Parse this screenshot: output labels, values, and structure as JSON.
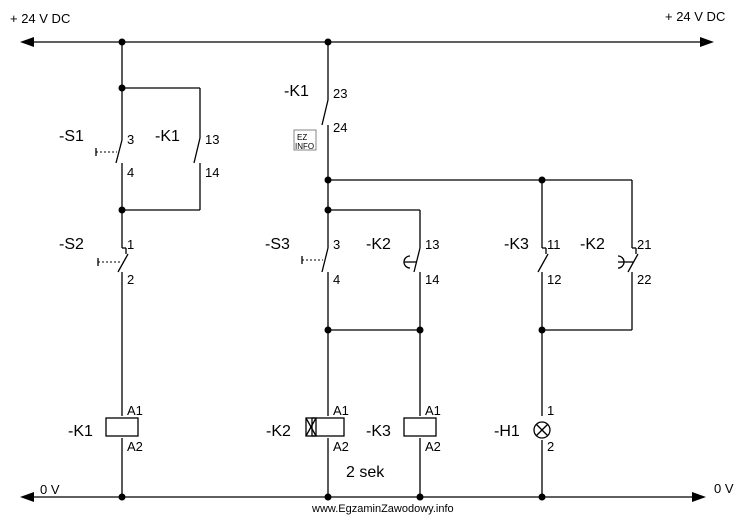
{
  "rails": {
    "top_left": "+ 24 V DC",
    "top_right": "+ 24 V DC",
    "bottom_left": "0 V",
    "bottom_right": "0 V"
  },
  "components": {
    "s1": {
      "name": "-S1",
      "pin_a": "3",
      "pin_b": "4"
    },
    "k1_hold": {
      "name": "-K1",
      "pin_a": "13",
      "pin_b": "14"
    },
    "s2": {
      "name": "-S2",
      "pin_a": "1",
      "pin_b": "2"
    },
    "k1_coil": {
      "name": "-K1",
      "pin_a": "A1",
      "pin_b": "A2"
    },
    "k1_contact": {
      "name": "-K1",
      "pin_a": "23",
      "pin_b": "24"
    },
    "s3": {
      "name": "-S3",
      "pin_a": "3",
      "pin_b": "4"
    },
    "k2_contact": {
      "name": "-K2",
      "pin_a": "13",
      "pin_b": "14"
    },
    "k2_coil": {
      "name": "-K2",
      "pin_a": "A1",
      "pin_b": "A2"
    },
    "k3_coil": {
      "name": "-K3",
      "pin_a": "A1",
      "pin_b": "A2"
    },
    "k3_contact": {
      "name": "-K3",
      "pin_a": "11",
      "pin_b": "12"
    },
    "k2_nc": {
      "name": "-K2",
      "pin_a": "21",
      "pin_b": "22"
    },
    "h1": {
      "name": "-H1",
      "pin_a": "1",
      "pin_b": "2"
    }
  },
  "timer_label": "2 sek",
  "logo": {
    "line1": "EZ",
    "line2": "INFO"
  },
  "footer": "www.EgzaminZawodowy.info"
}
